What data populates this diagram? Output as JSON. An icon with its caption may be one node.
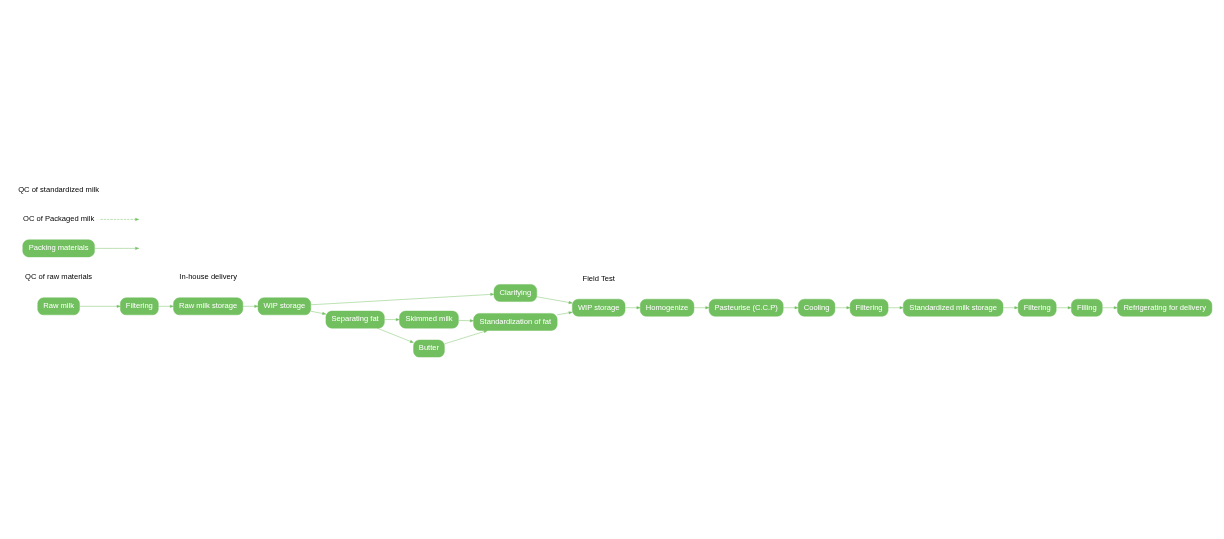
{
  "diagram": {
    "nodes": [
      {
        "text": [
          "Raw milk"
        ],
        "beside": [
          "QC of raw materials"
        ]
      },
      {
        "text": [
          "Filtering"
        ]
      },
      {
        "text": [
          "Raw milk storage"
        ],
        "beside": [
          "In-house delivery"
        ]
      },
      {
        "text": [
          "WIP storage"
        ]
      },
      {
        "text": [
          "Clarifying"
        ]
      },
      {
        "text": [
          "WIP storage"
        ],
        "beside": [
          "Field Test"
        ]
      },
      {
        "text": [
          "Homogenize"
        ]
      },
      {
        "text": [
          "Separating fat"
        ]
      },
      {
        "text": [
          "Skimmed milk"
        ]
      },
      {
        "text": [
          "Standardization of fat"
        ]
      },
      {
        "text": [
          "Butter"
        ]
      },
      {
        "text": [
          "Pasteurise (C.C.P)"
        ]
      },
      {
        "text": [
          "Cooling"
        ]
      },
      {
        "text": [
          "Filtering"
        ]
      },
      {
        "text": [
          "Standardized milk storage"
        ]
      },
      {
        "text": [
          "Filtering"
        ]
      },
      {
        "text": [
          "Filling"
        ]
      },
      {
        "text": [
          "Refrigerating for delivery"
        ]
      },
      {
        "text": [
          "Packing materials"
        ]
      },
      {
        "text": [
          "OC of Packaged milk"
        ]
      }
    ],
    "edges": [
      {
        "from": 0,
        "to": 1,
        "arrow": "to"
      },
      {
        "from": 1,
        "to": 2,
        "arrow": "to"
      },
      {
        "from": 2,
        "to": 3,
        "arrow": "to"
      },
      {
        "from": 3,
        "to": 4,
        "arrow": "to"
      },
      {
        "from": 4,
        "to": 5,
        "arrow": "to"
      },
      {
        "from": 5,
        "to": 6,
        "arrow": "to"
      },
      {
        "from": 3,
        "to": 7,
        "arrow": "to"
      },
      {
        "from": 7,
        "to": 8,
        "arrow": "to"
      },
      {
        "from": 8,
        "to": 9,
        "arrow": "to"
      },
      {
        "from": 9,
        "to": 5,
        "arrow": "to"
      },
      {
        "from": 7,
        "to": 10,
        "arrow": "to"
      },
      {
        "from": 10,
        "to": 9,
        "arrow": "to"
      },
      {
        "from": 6,
        "to": 11,
        "arrow": "to"
      },
      {
        "from": 11,
        "to": 12,
        "arrow": "to"
      },
      {
        "from": 12,
        "to": 13,
        "arrow": "to"
      },
      {
        "from": 13,
        "to": 14,
        "arrow": "to"
      },
      {
        "from": 14,
        "to": 15,
        "arrow": "to"
      },
      {
        "from": 15,
        "to": 16,
        "arrow": "to"
      },
      {
        "from": 16,
        "to": 17,
        "arrow": "to"
      },
      {
        "from": 18,
        "to": null,
        "arrow": "to"
      },
      {
        "from": 19,
        "to": null,
        "arrow": "to",
        "style": "dashed"
      }
    ],
    "labels": [
      "QC of standardized milk"
    ]
  }
}
